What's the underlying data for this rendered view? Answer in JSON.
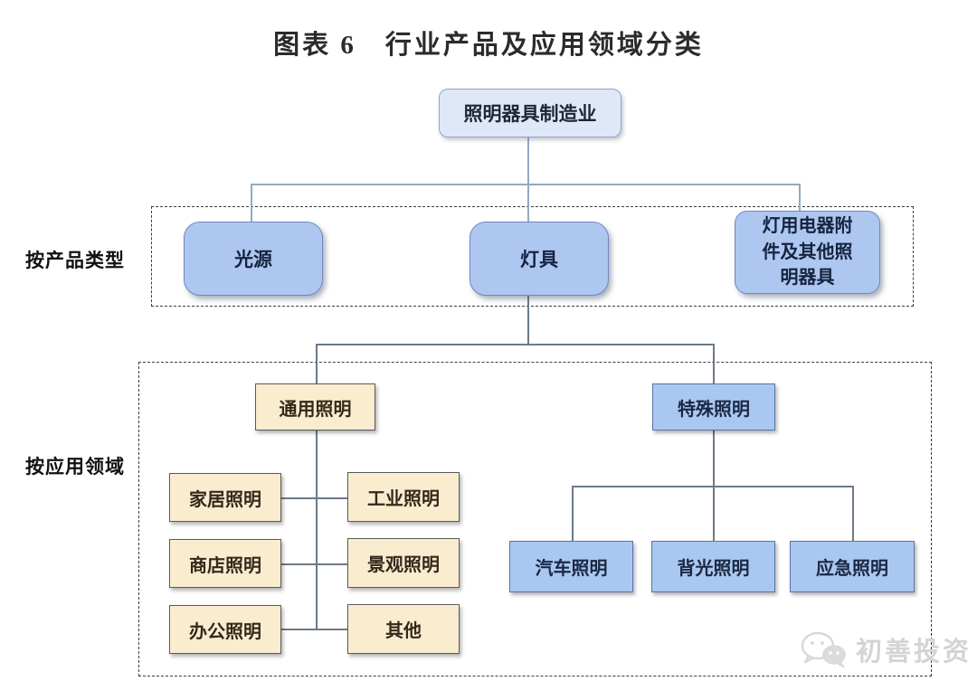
{
  "title": "图表 6　行业产品及应用领域分类",
  "root_node": {
    "label": "照明器具制造业"
  },
  "product_type_group": {
    "label": "按产品类型",
    "nodes": [
      {
        "label": "光源"
      },
      {
        "label": "灯具"
      },
      {
        "label": "灯用电器附件及其他照明器具"
      }
    ]
  },
  "application_group": {
    "label": "按应用领域",
    "general": {
      "label": "通用照明",
      "children": [
        {
          "label": "家居照明"
        },
        {
          "label": "工业照明"
        },
        {
          "label": "商店照明"
        },
        {
          "label": "景观照明"
        },
        {
          "label": "办公照明"
        },
        {
          "label": "其他"
        }
      ]
    },
    "special": {
      "label": "特殊照明",
      "children": [
        {
          "label": "汽车照明"
        },
        {
          "label": "背光照明"
        },
        {
          "label": "应急照明"
        }
      ]
    }
  },
  "watermark": {
    "label": "初善投资",
    "icon": "wechat-bubbles-icon"
  },
  "colors": {
    "root_fill": "#dfe8f8",
    "root_border": "#95a4c6",
    "round_blue_fill": "#aec7f0",
    "round_blue_border": "#7188bf",
    "tan_fill": "#faeccf",
    "tan_border": "#5a5a5a",
    "rect_blue_fill": "#a9c8f1",
    "rect_blue_border": "#5c73a0",
    "connector_light": "#94a9c4",
    "connector_dark": "#6d7a88",
    "dashed_border": "#3c3c3c",
    "watermark_gray": "#d4d4d4"
  }
}
